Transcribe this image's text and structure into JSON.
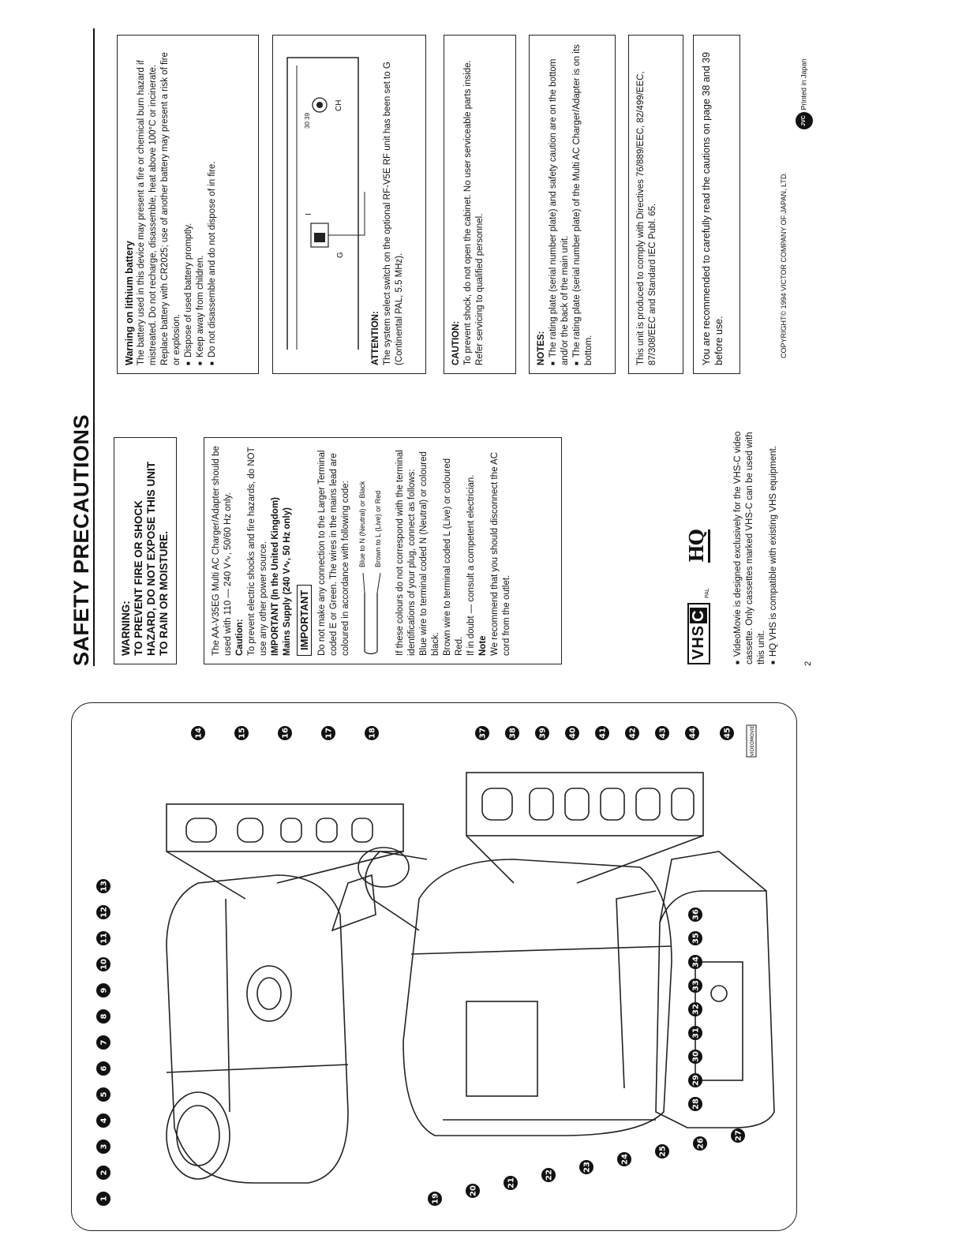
{
  "page": {
    "title": "SAFETY PRECAUTIONS",
    "number": "2"
  },
  "diagram": {
    "callouts_front": [
      "1",
      "2",
      "3",
      "4",
      "5",
      "6",
      "7",
      "8",
      "9",
      "10",
      "11",
      "12",
      "13"
    ],
    "callouts_top": [
      "14",
      "15",
      "16",
      "17",
      "18"
    ],
    "callouts_side": [
      "19",
      "20",
      "21",
      "22",
      "23",
      "24",
      "25",
      "26",
      "27",
      "28",
      "29",
      "30",
      "31",
      "32",
      "33",
      "34",
      "35",
      "36"
    ],
    "callouts_panel": [
      "37",
      "38",
      "39",
      "40",
      "41",
      "42",
      "43",
      "44"
    ],
    "callouts_bottom": [
      "45"
    ],
    "badge_text": "VIDEOMOVIE"
  },
  "warning": {
    "line1": "WARNING:",
    "line2": "TO PREVENT FIRE OR SHOCK",
    "line3": "HAZARD, DO NOT EXPOSE THIS UNIT",
    "line4": "TO RAIN OR MOISTURE."
  },
  "charger": {
    "intro": "The AA-V35EG Multi AC Charger/Adapter should be used with 110 — 240 V∿, 50/60 Hz only.",
    "caution_heading": "Caution:",
    "caution_text": "To prevent electric shocks and fire hazards, do NOT use any other power source.",
    "uk_heading": "IMPORTANT (In the United Kingdom)",
    "mains_heading": "Mains Supply (240 V∿, 50 Hz only)",
    "important_tag": "IMPORTANT",
    "wiring_text": "Do not make any connection to the Larger Terminal coded E or Green. The wires in the mains lead are coloured in accordance with following code:",
    "wire_blue": "Blue to N (Neutral) or Black",
    "wire_brown": "Brown to L (Live) or Red",
    "mismatch_text": "If these colours do not correspond with the terminal identifications of your plug, connect as follows:",
    "blue_rule": "Blue wire to terminal coded N (Neutral) or coloured black.",
    "brown_rule": "Brown wire to terminal coded L (Live) or coloured Red.",
    "doubt_text": "If in doubt — consult a competent electrician.",
    "note_heading": "Note",
    "note_text": "We recommend that you should disconnect the AC cord from the outlet."
  },
  "vhs": {
    "logo_vhsc": "VHS",
    "logo_c": "C",
    "logo_pal": "PAL",
    "logo_hq": "HQ",
    "note1": "VideoMovie is designed exclusively for the VHS-C video cassette. Only cassettes marked VHS-C can be used with this unit.",
    "note2": "HQ VHS is compatible with existing VHS equipment."
  },
  "lithium": {
    "heading": "Warning on lithium battery",
    "text": "The battery used in this device may present a fire or chemical burn hazard if mistreated. Do not recharge, disassemble, heat above 100°C or incinerate.",
    "replace": "Replace battery with CR2025; use of another battery may present a risk of fire or explosion.",
    "item1": "Dispose of used battery promptly.",
    "item2": "Keep away from children.",
    "item3": "Do not disassemble and do not dispose of in fire."
  },
  "attention": {
    "switch_g": "G",
    "switch_i": "I",
    "ch_label": "CH",
    "ch_range": "30 39",
    "heading": "ATTENTION:",
    "text": "The system select switch on the optional RF-V5E RF unit has been set to G (Continental PAL, 5.5 MHz)."
  },
  "caution": {
    "heading": "CAUTION:",
    "text": "To prevent shock, do not open the cabinet. No user serviceable parts inside. Refer servicing to qualified personnel."
  },
  "notes": {
    "heading": "NOTES:",
    "item1": "The rating plate (serial number plate) and safety caution are on the bottom and/or the back of the main unit.",
    "item2": "The rating plate (serial number plate) of the Multi AC Charger/Adapter is on its bottom."
  },
  "directives": {
    "text": "This unit is produced to comply with Directives 76/889/EEC, 82/499/EEC, 87/308/EEC and Standard IEC Publ. 65."
  },
  "read": {
    "text": "You are recommended to carefully read the cautions on page 38 and 39 before use."
  },
  "footer": {
    "copyright": "COPYRIGHT© 1994 VICTOR COMPANY OF JAPAN, LTD.",
    "logo": "JVC",
    "printed": "Printed in Japan"
  }
}
